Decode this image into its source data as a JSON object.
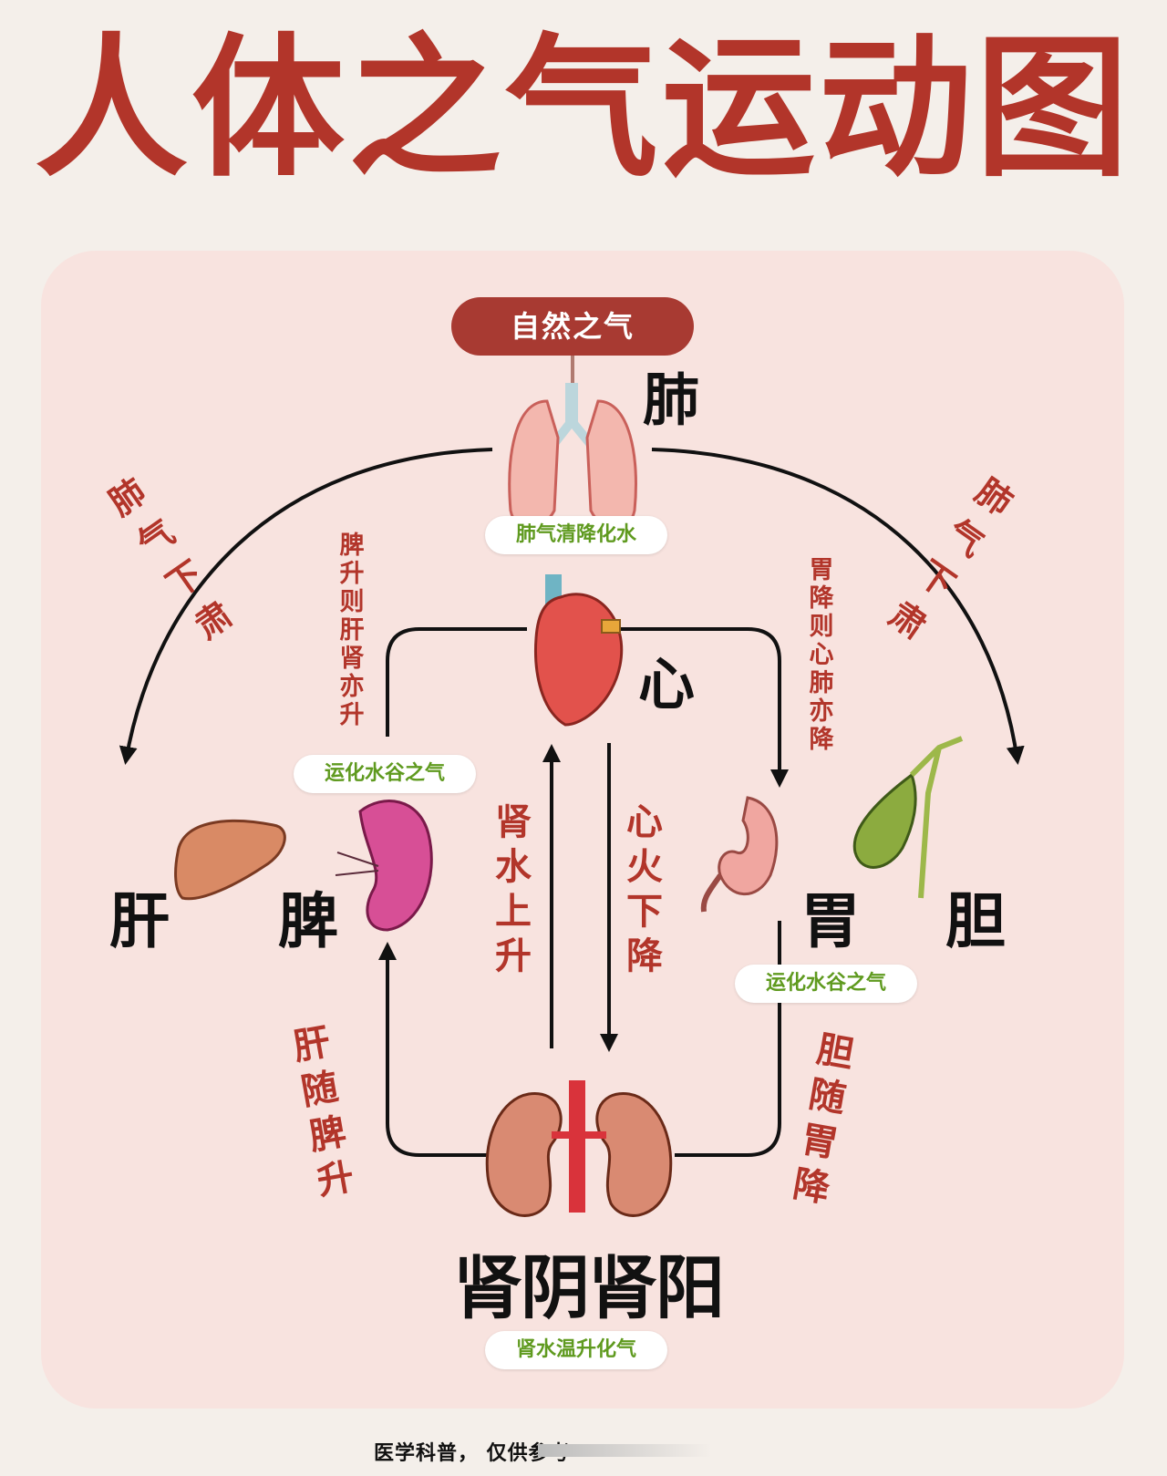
{
  "title": "人体之气运动图",
  "source_label": "自然之气",
  "organs": {
    "lung": "肺",
    "heart": "心",
    "liver": "肝",
    "spleen": "脾",
    "stomach": "胃",
    "gallbladder": "胆",
    "kidney": "肾阴肾阳"
  },
  "tags": {
    "lung": "肺气清降化水",
    "spleen": "运化水谷之气",
    "stomach": "运化水谷之气",
    "kidney": "肾水温升化气"
  },
  "flows": {
    "lung_to_liver": "肺气下肃",
    "lung_to_gall": "肺气下肃",
    "spleen_rise": "脾升则肝肾亦升",
    "stomach_descend": "胃降则心肺亦降",
    "kidney_water_up": "肾水上升",
    "heart_fire_down": "心火下降",
    "liver_follow": "肝随脾升",
    "gall_follow": "胆随胃降"
  },
  "footer": "医学科普， 仅供参考",
  "colors": {
    "title": "#b2352a",
    "panel": "#f8e3df",
    "label_red": "#b2352a",
    "tag_green": "#5f9a1f",
    "pill_bg": "#a83a32"
  }
}
